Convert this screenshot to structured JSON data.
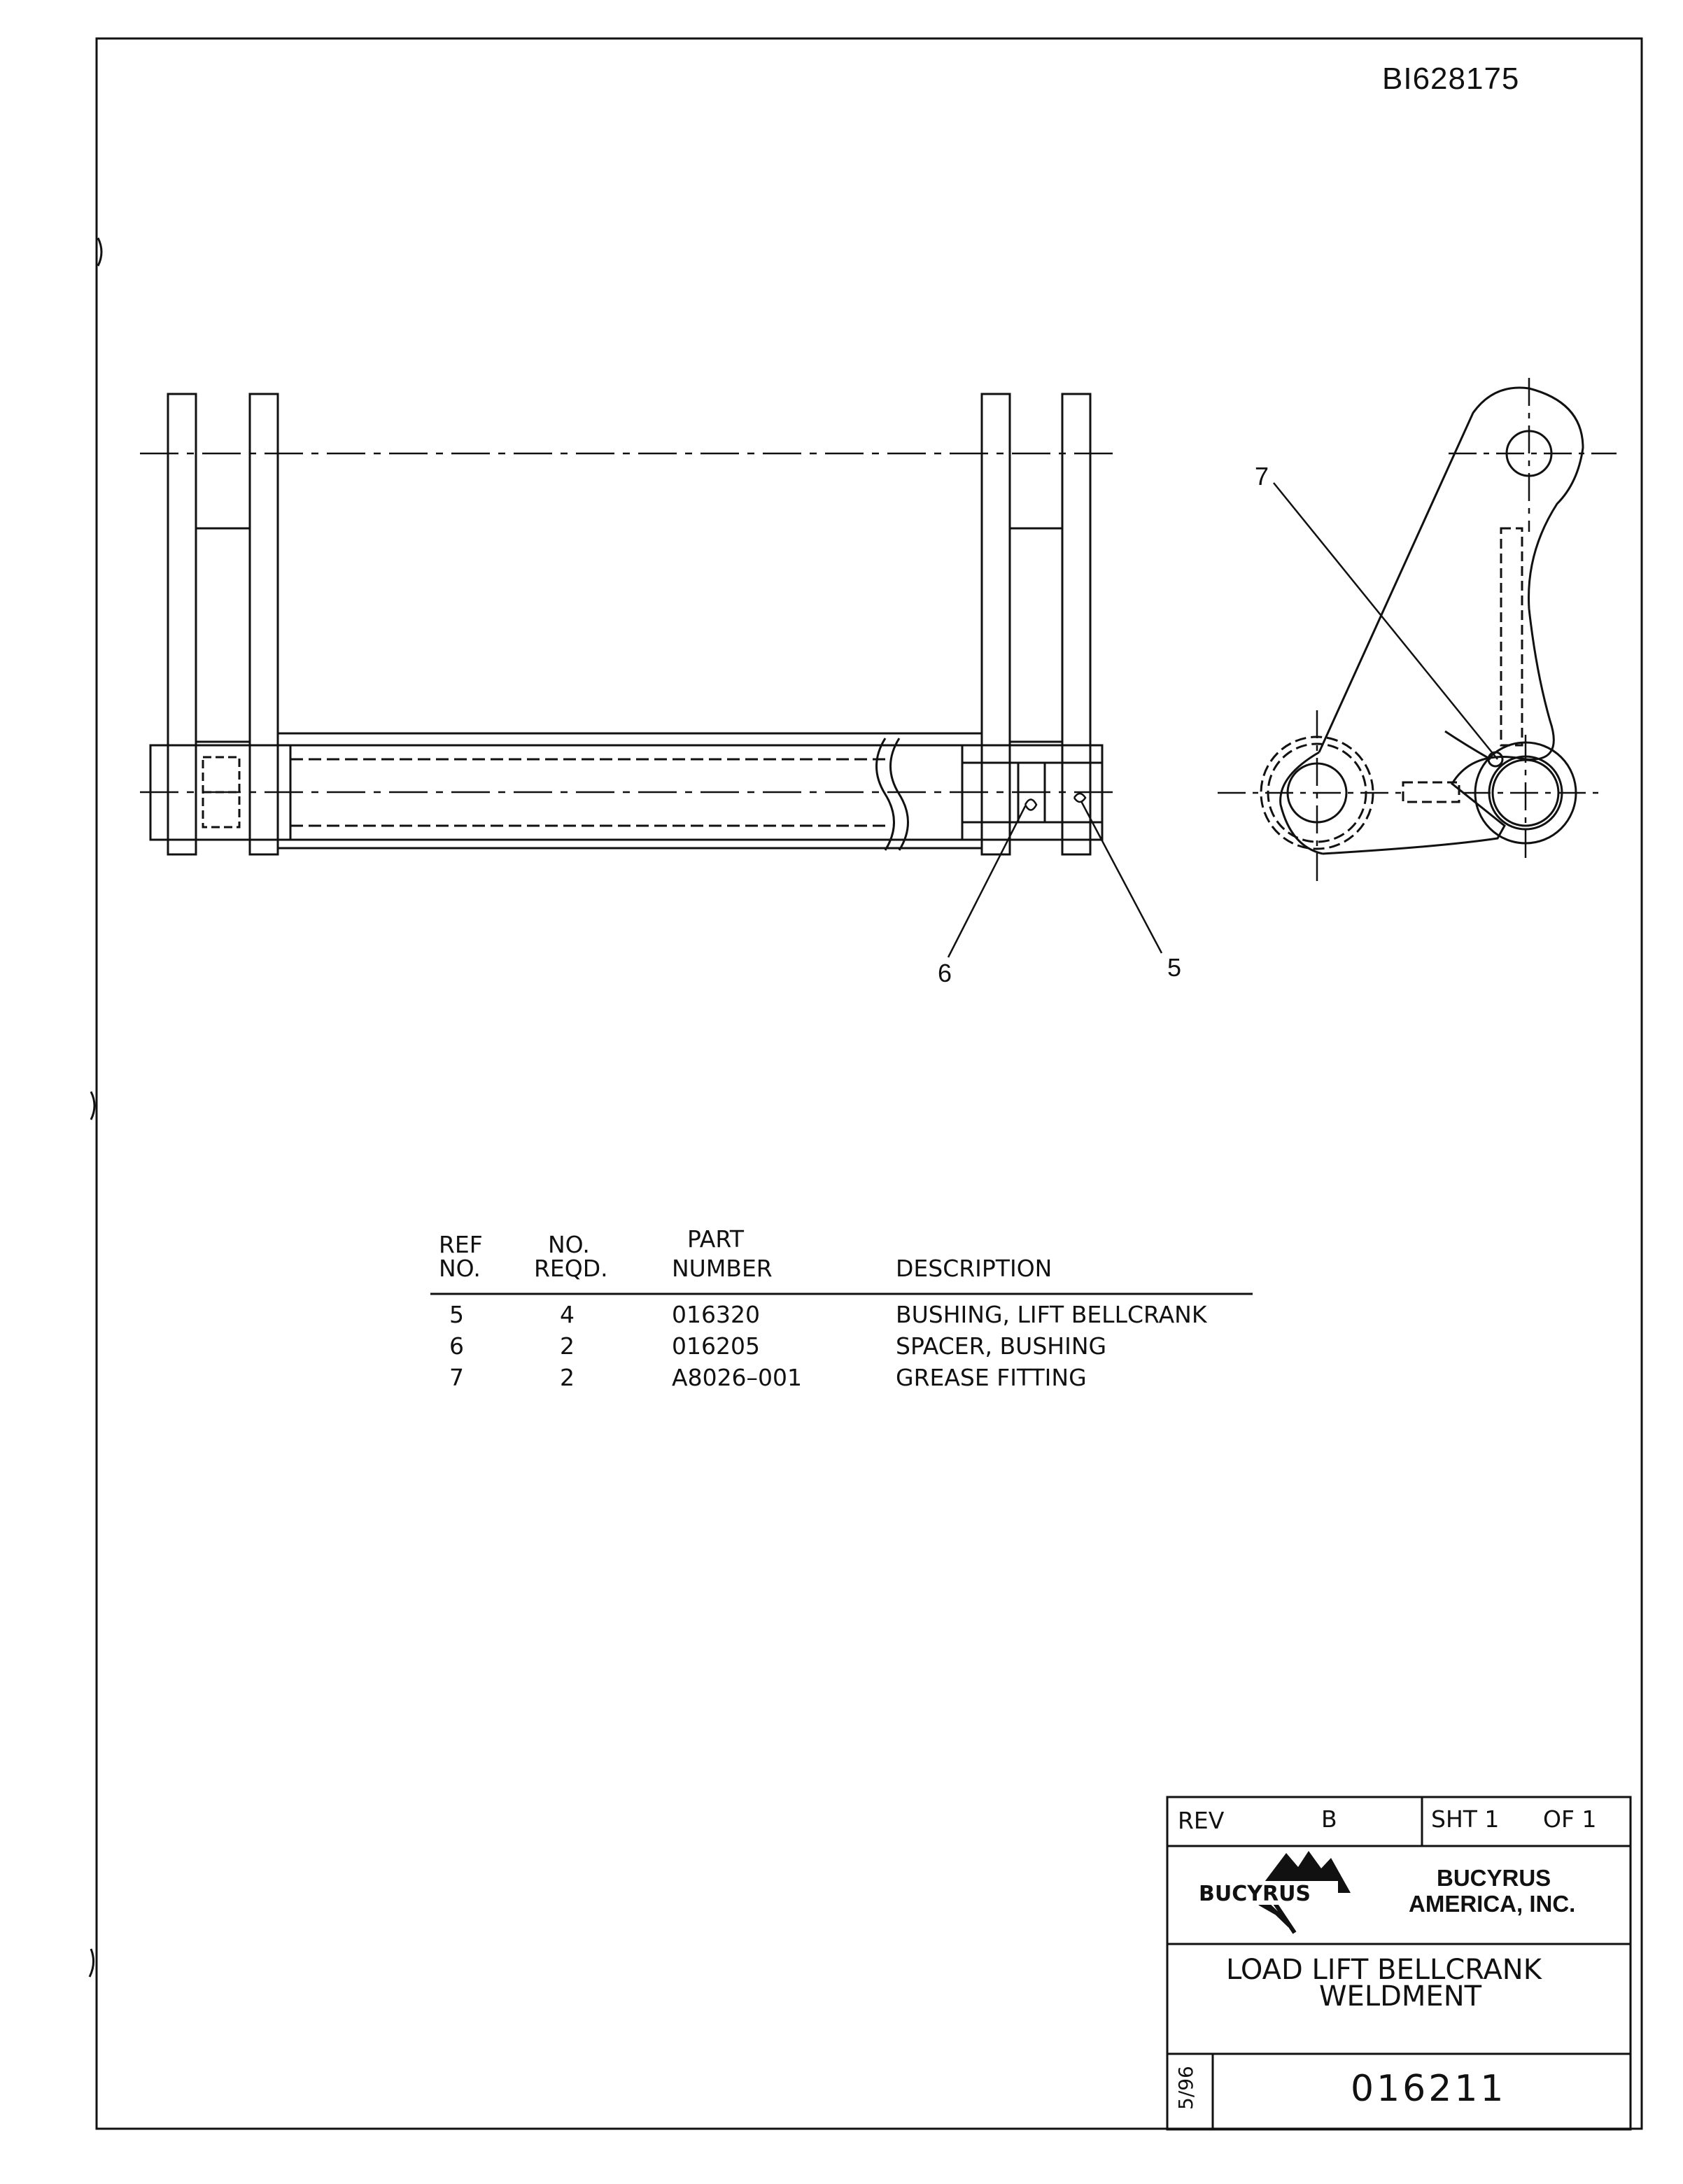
{
  "document_id": "BI628175",
  "callouts": [
    "7",
    "6",
    "5"
  ],
  "bom": {
    "headers": {
      "ref_line1": "REF",
      "ref_line2": "NO.",
      "qty_line1": "NO.",
      "qty_line2": "REQD.",
      "part_line1": "PART",
      "part_line2": "NUMBER",
      "desc": "DESCRIPTION"
    },
    "rows": [
      {
        "ref": "5",
        "qty": "4",
        "part": "016320",
        "desc": "BUSHING, LIFT BELLCRANK"
      },
      {
        "ref": "6",
        "qty": "2",
        "part": "016205",
        "desc": "SPACER, BUSHING"
      },
      {
        "ref": "7",
        "qty": "2",
        "part": "A8026–001",
        "desc": "GREASE FITTING"
      }
    ]
  },
  "title_block": {
    "rev_label": "REV",
    "rev_value": "B",
    "sheet": "SHT 1",
    "of": "OF 1",
    "company_line1": "BUCYRUS",
    "company_line2": "AMERICA, INC.",
    "logo_text": "BUCYRUS",
    "title_line1": "LOAD LIFT BELLCRANK",
    "title_line2": "WELDMENT",
    "date": "5/96",
    "drawing_number": "016211"
  }
}
